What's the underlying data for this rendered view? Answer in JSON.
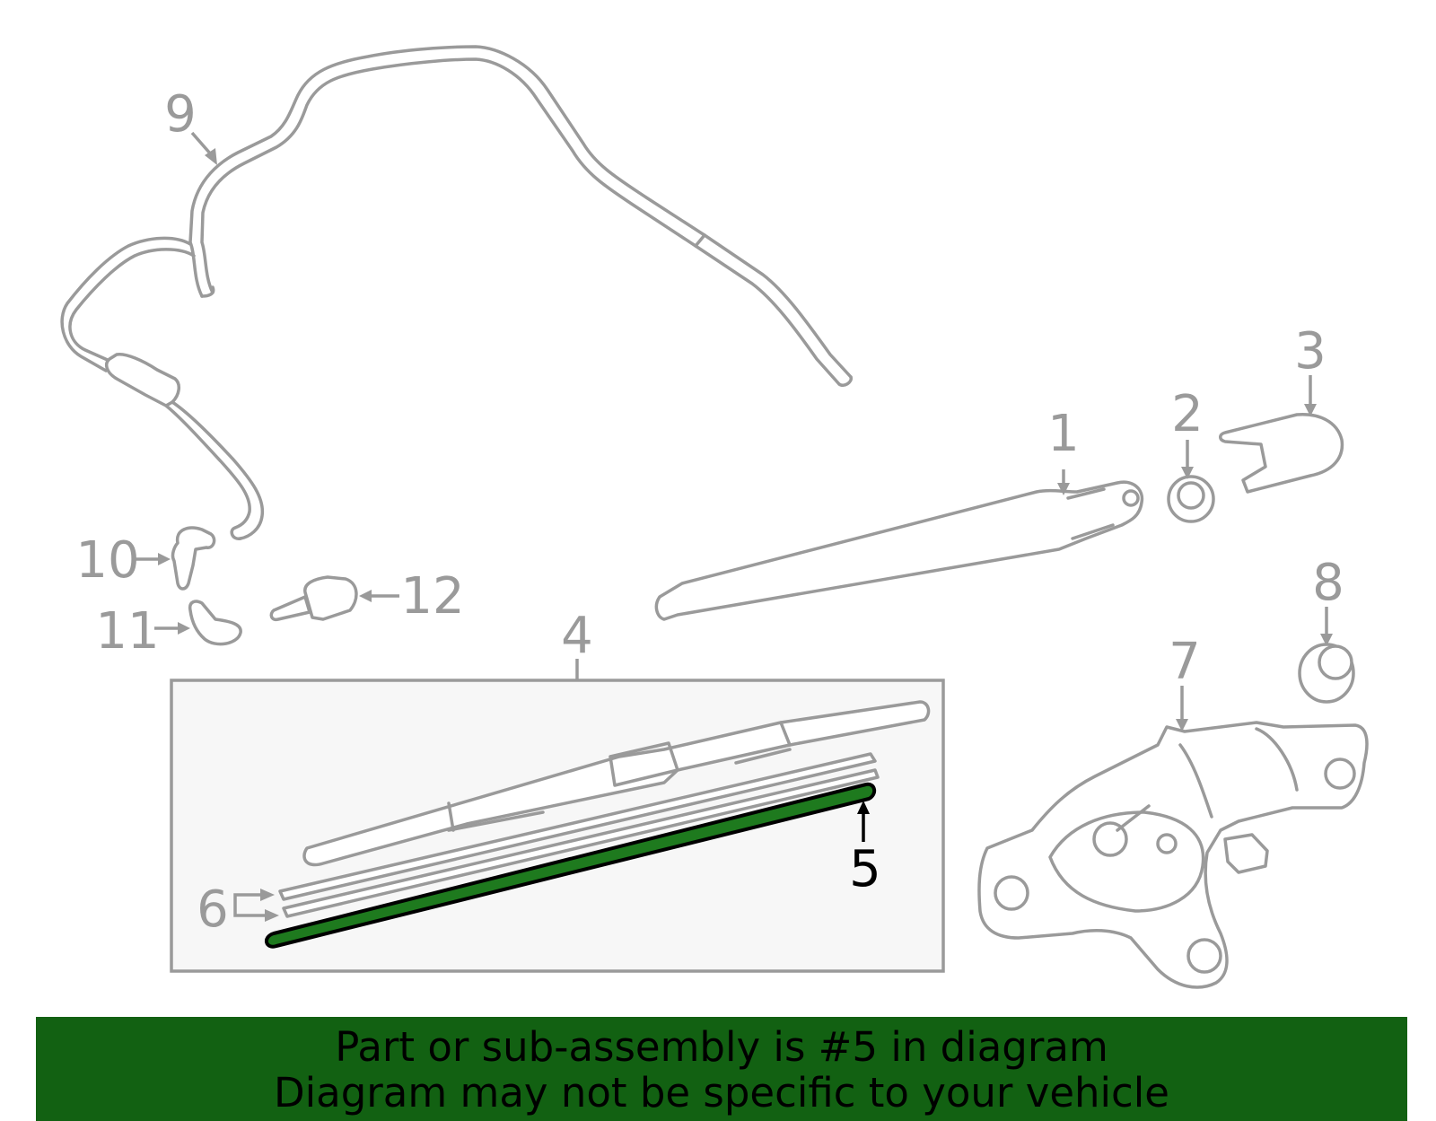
{
  "callouts": [
    "1",
    "2",
    "3",
    "4",
    "5",
    "6",
    "7",
    "8",
    "9",
    "10",
    "11",
    "12"
  ],
  "highlighted_part": "5",
  "colors": {
    "line": "#9a9a9a",
    "highlight_fill": "#1e7a1e",
    "highlight_stroke": "#000000",
    "banner": "#126112",
    "box_fill": "#f7f7f7"
  },
  "banner": {
    "line1": "Part or sub-assembly is #5 in diagram",
    "line2": "Diagram may not be specific to your vehicle"
  }
}
